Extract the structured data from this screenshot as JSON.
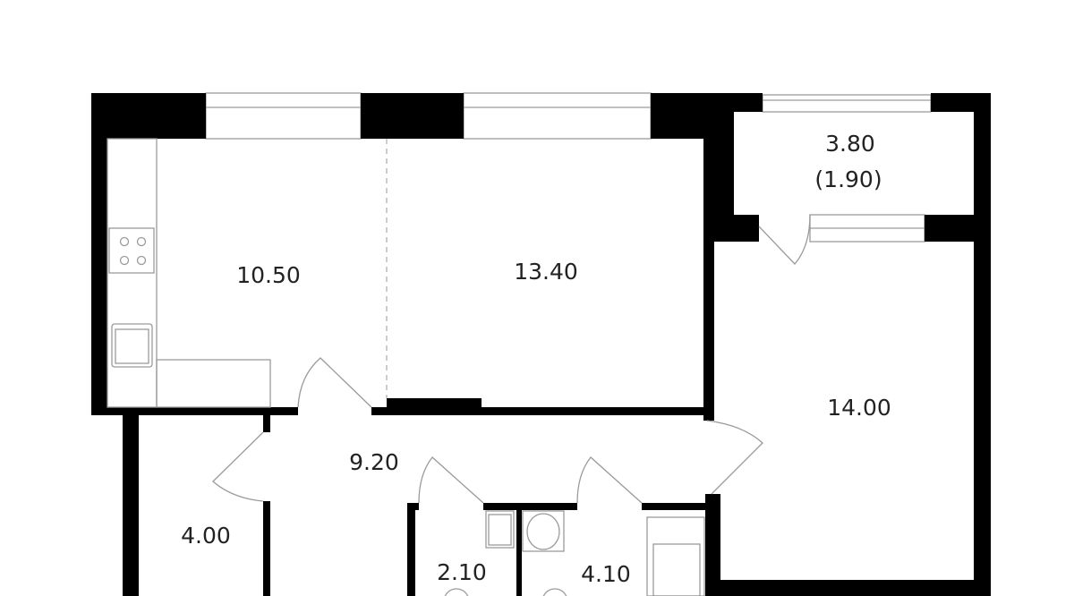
{
  "floorplan": {
    "rooms": {
      "kitchen": "10.50",
      "living": "13.40",
      "bedroom": "14.00",
      "balcony_area": "3.80",
      "balcony_reduced": "(1.90)",
      "hall": "9.20",
      "storage": "4.00",
      "toilet": "2.10",
      "bathroom": "4.10"
    },
    "colors": {
      "wall": "#000000",
      "fixture": "#9a9a9a",
      "background": "#ffffff"
    }
  }
}
